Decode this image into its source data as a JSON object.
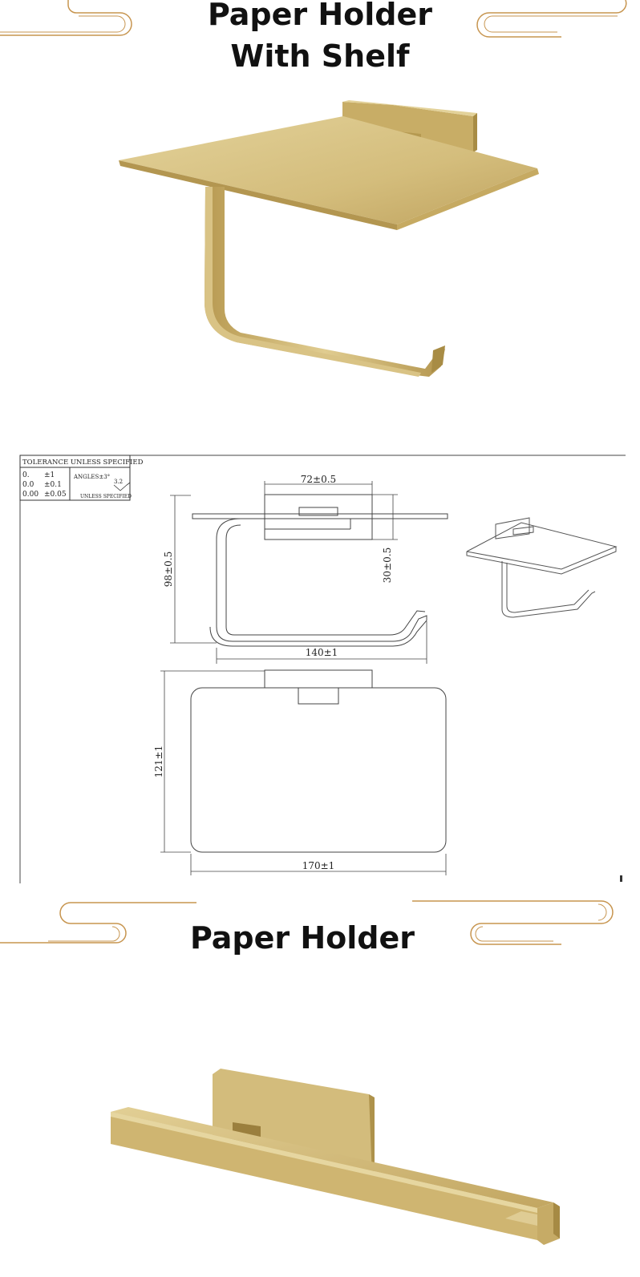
{
  "section1": {
    "title_line1": "Paper Holder",
    "title_line2": "With Shelf"
  },
  "drawing": {
    "tolerance_header": "TOLERANCE UNLESS SPECIFIED",
    "tolerance_rows": [
      {
        "precision": "0.",
        "tolerance": "±1"
      },
      {
        "precision": "0.0",
        "tolerance": "±0.1"
      },
      {
        "precision": "0.00",
        "tolerance": "±0.05"
      }
    ],
    "angles": "ANGLES±3°",
    "roughness": "3.2",
    "unless_specified": "UNLESS SPECIFIED",
    "dimensions": {
      "mount_width": "72±0.5",
      "height": "98±0.5",
      "mount_height": "30±0.5",
      "length": "140±1",
      "shelf_depth": "121±1",
      "shelf_width": "170±1"
    }
  },
  "section2": {
    "title": "Paper Holder"
  },
  "colors": {
    "gold": "#cdb46f",
    "gold_dark": "#a98d45",
    "gold_light": "#e6d59d",
    "ornament": "#c7954f",
    "line": "#333333"
  }
}
